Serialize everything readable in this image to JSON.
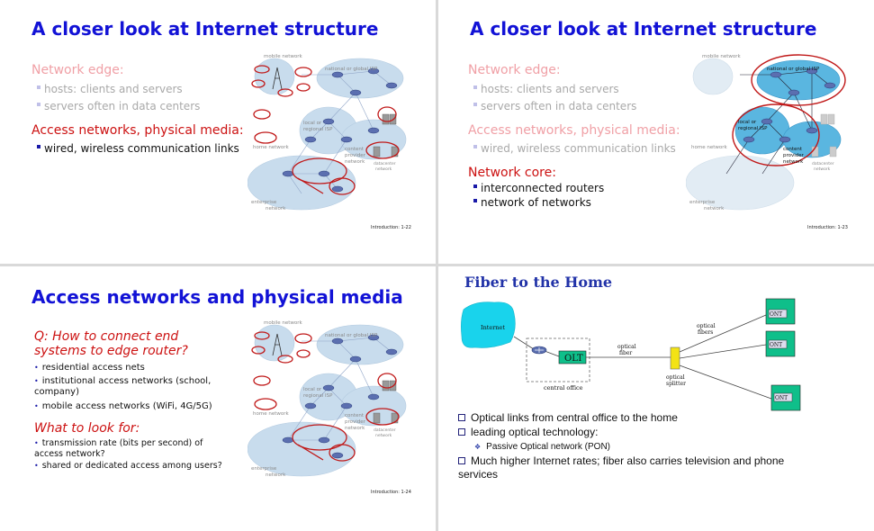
{
  "slides": {
    "s1": {
      "title": "A closer look at Internet structure",
      "h1": "Network edge:",
      "b1": "hosts: clients and servers",
      "b2": "servers often in data centers",
      "h2": "Access networks, physical media:",
      "b3": "wired, wireless communication links",
      "footer": "Introduction: 1-22"
    },
    "s2": {
      "title": "A closer look at Internet structure",
      "h1": "Network edge:",
      "b1": "hosts: clients and servers",
      "b2": "servers often in data centers",
      "h2": "Access networks, physical media:",
      "b3": "wired, wireless communication links",
      "h3": "Network core:",
      "b4": "interconnected routers",
      "b5": "network of networks",
      "footer": "Introduction: 1-23"
    },
    "s3": {
      "title": "Access networks and physical media",
      "q": "Q: How to connect end systems to edge router?",
      "i1": "residential access nets",
      "i2": "institutional access networks (school, company)",
      "i3": "mobile access networks (WiFi, 4G/5G)",
      "w": "What to look for:",
      "i4": "transmission rate  (bits per second) of access network?",
      "i5": "shared or dedicated access among users?",
      "footer": "Introduction: 1-24"
    },
    "s4": {
      "title": "Fiber to the Home",
      "internet": "Internet",
      "olt": "OLT",
      "central_office": "central office",
      "optical_fiber_1": "optical",
      "optical_fiber_2": "fiber",
      "optical_fibers_1": "optical",
      "optical_fibers_2": "fibers",
      "splitter_1": "optical",
      "splitter_2": "splitter",
      "ont": "ONT",
      "bullets": [
        "Optical links from central office to the home",
        "leading optical technology:",
        "Passive Optical network (PON)",
        "Much higher Internet rates; fiber also carries television and phone services"
      ]
    }
  },
  "diagram_labels": {
    "mobile": "mobile network",
    "national": "national or global ISP",
    "local1": "local or",
    "local2": "regional ISP",
    "home": "home network",
    "content1": "content",
    "content2": "provider",
    "content3": "network",
    "dc1": "datacenter",
    "dc2": "network",
    "ent1": "enterprise",
    "ent2": "network"
  },
  "colors": {
    "title_blue": "#1212d6",
    "pink": "#f0a0a6",
    "red": "#cc1111",
    "grey": "#a9a9a9",
    "bullet_blue": "#1a1aa8",
    "cloud": "#c8dced",
    "highlight_cloud": "#5ab6e0",
    "ring": "#c01818",
    "internet_cyan": "#19d3ec",
    "olt_green": "#0fbf8a",
    "splitter_yellow": "#f3e315"
  }
}
